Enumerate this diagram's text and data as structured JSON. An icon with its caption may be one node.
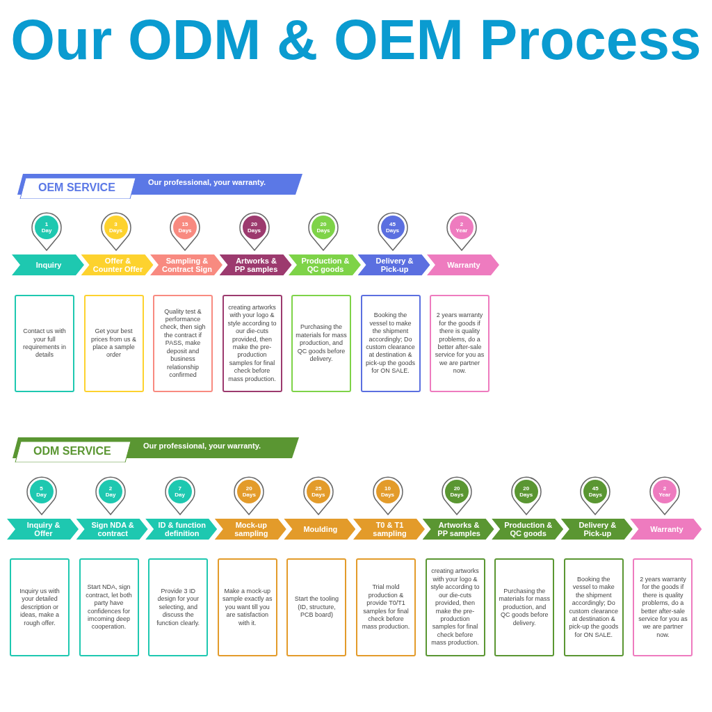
{
  "diagram": {
    "title": "Our ODM & OEM Process",
    "nodes": [
      {
        "text": [
          "OEM SERVICE",
          "Our professional, your warranty."
        ]
      },
      {
        "text": [
          "1 Day"
        ]
      },
      {
        "text": [
          "3 Days"
        ]
      },
      {
        "text": [
          "15 Days"
        ]
      },
      {
        "text": [
          "20 Days"
        ]
      },
      {
        "text": [
          "20 Days"
        ]
      },
      {
        "text": [
          "45 Days"
        ]
      },
      {
        "text": [
          "2 Year"
        ]
      },
      {
        "text": [
          "Inquiry"
        ]
      },
      {
        "text": [
          "Offer & Counter Offer"
        ]
      },
      {
        "text": [
          "Sampling & Contract Sign"
        ]
      },
      {
        "text": [
          "Artworks & PP samples"
        ]
      },
      {
        "text": [
          "Production & QC goods"
        ]
      },
      {
        "text": [
          "Delivery & Pick-up"
        ]
      },
      {
        "text": [
          "Warranty"
        ]
      },
      {
        "text": [
          "Contact us with your full requirements in details"
        ]
      },
      {
        "text": [
          "Get your best prices from us & place a sample order"
        ]
      },
      {
        "text": [
          "Quality test & performance check, then sigh the contract if PASS, make deposit and business relationship confirmed"
        ]
      },
      {
        "text": [
          "creating artworks with your logo & style according to our die-cuts provided, then make the pre-production samples for final check before mass production."
        ]
      },
      {
        "text": [
          "Purchasing the materials for mass production, and QC goods before delivery."
        ]
      },
      {
        "text": [
          "Booking the vessel to make the shipment accordingly; Do custom clearance at destination & pick-up the goods for ON SALE."
        ]
      },
      {
        "text": [
          "2 years warranty for the goods if there is quality problems, do a better after-sale service for you as we are partner now."
        ]
      },
      {
        "text": [
          "ODM SERVICE",
          "Our professional, your warranty."
        ]
      },
      {
        "text": [
          "5 Day"
        ]
      },
      {
        "text": [
          "2 Day"
        ]
      },
      {
        "text": [
          "7 Day"
        ]
      },
      {
        "text": [
          "20 Days"
        ]
      },
      {
        "text": [
          "25 Days"
        ]
      },
      {
        "text": [
          "10 Days"
        ]
      },
      {
        "text": [
          "20 Days"
        ]
      },
      {
        "text": [
          "20 Days"
        ]
      },
      {
        "text": [
          "45 Days"
        ]
      },
      {
        "text": [
          "2 Year"
        ]
      },
      {
        "text": [
          "Inquiry & Offer"
        ]
      },
      {
        "text": [
          "Sign NDA & contract"
        ]
      },
      {
        "text": [
          "ID & function definition"
        ]
      },
      {
        "text": [
          "Mock-up sampling"
        ]
      },
      {
        "text": [
          "Moulding"
        ]
      },
      {
        "text": [
          "T0 & T1 sampling"
        ]
      },
      {
        "text": [
          "Artworks & PP samples"
        ]
      },
      {
        "text": [
          "Production & QC goods"
        ]
      },
      {
        "text": [
          "Delivery & Pick-up"
        ]
      },
      {
        "text": [
          "Warranty"
        ]
      },
      {
        "text": [
          "Inquiry us with your detailed description or ideas, make a rough offer."
        ]
      },
      {
        "text": [
          "Start NDA, sign contract, let both party have confidences for imcoming deep cooperation."
        ]
      },
      {
        "text": [
          "Provide 3 ID design for your selecting, and discuss the function clearly."
        ]
      },
      {
        "text": [
          "Make a mock-up sample exactly as you want till you are satisfaction with it."
        ]
      },
      {
        "text": [
          "Start the tooling (ID, structure, PCB board)"
        ]
      },
      {
        "text": [
          "Trial mold production & provide T0/T1 samples for final check before mass production."
        ]
      },
      {
        "text": [
          "creating artworks with your logo & style according to our die-cuts provided, then make the pre-production samples for final check before mass production."
        ]
      },
      {
        "text": [
          "Purchasing the materials for mass production, and QC goods before delivery."
        ]
      },
      {
        "text": [
          "Booking the vessel to make the shipment accordingly; Do custom clearance at destination & pick-up the goods for ON SALE."
        ]
      },
      {
        "text": [
          "2 years warranty for the goods if there is quality problems, do a better after-sale service for you as we are partner now."
        ]
      }
    ]
  }
}
